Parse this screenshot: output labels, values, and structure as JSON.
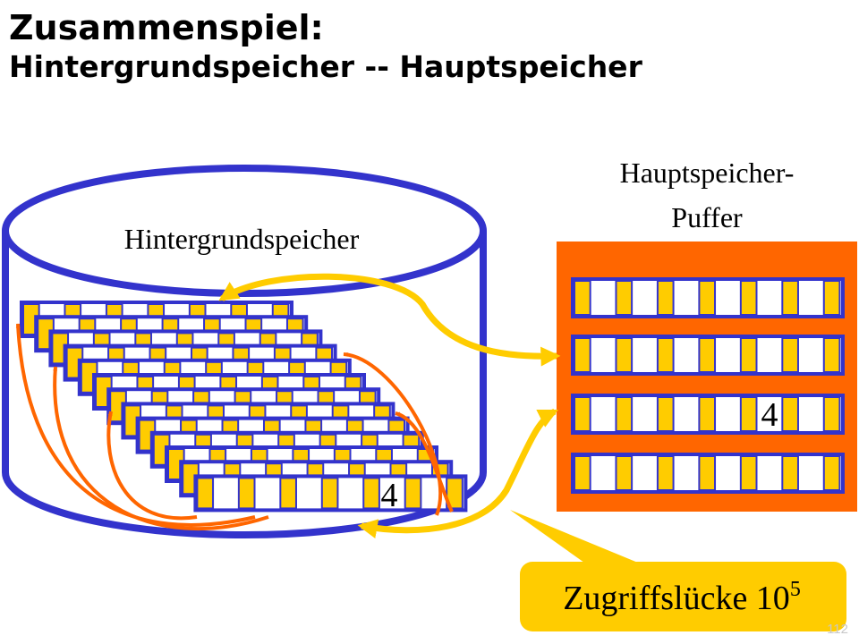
{
  "title": {
    "line1": "Zusammenspiel:",
    "line2": "Hintergrundspeicher -- Hauptspeicher"
  },
  "disk": {
    "label": "Hintergrundspeicher",
    "highlight_page": "4"
  },
  "buffer": {
    "label_line1": "Hauptspeicher-",
    "label_line2": "Puffer",
    "highlight_page": "4"
  },
  "callout": {
    "text": "Zugriffslücke 10",
    "exponent": "5"
  },
  "page_number": "112",
  "colors": {
    "cylinder": "#3333cc",
    "buffer_bg": "#ff6600",
    "page_slot": "#ffcc00",
    "arrow_disk": "#ff6600",
    "arrow_transfer": "#ffcc00",
    "callout_bg": "#ffcc00"
  }
}
